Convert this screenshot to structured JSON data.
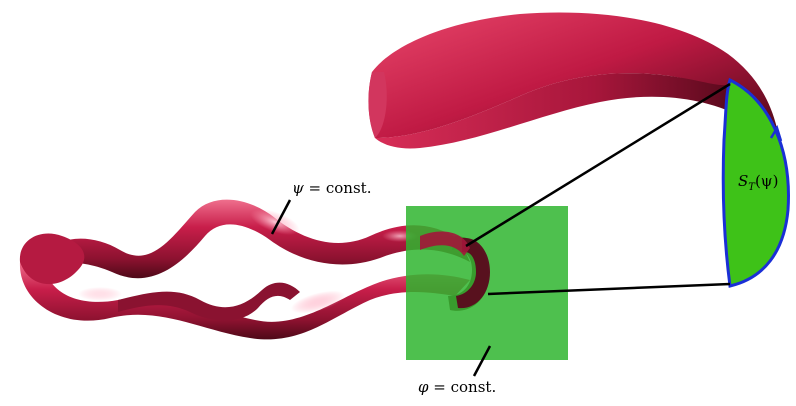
{
  "labels": {
    "psi_symbol": "ψ",
    "psi_rest": " = const.",
    "phi_symbol": "φ",
    "phi_rest": " = const.",
    "section_S": "S",
    "section_sub": "T",
    "section_arg": "(ψ)"
  },
  "colors": {
    "tube": "#c41e48",
    "tube_dark": "#5e0b1e",
    "tube_light": "#f07a96",
    "plane": "#2fb52f",
    "section_fill": "#3ec218",
    "section_outline": "#1a2fd6",
    "leader_line": "#000000"
  }
}
